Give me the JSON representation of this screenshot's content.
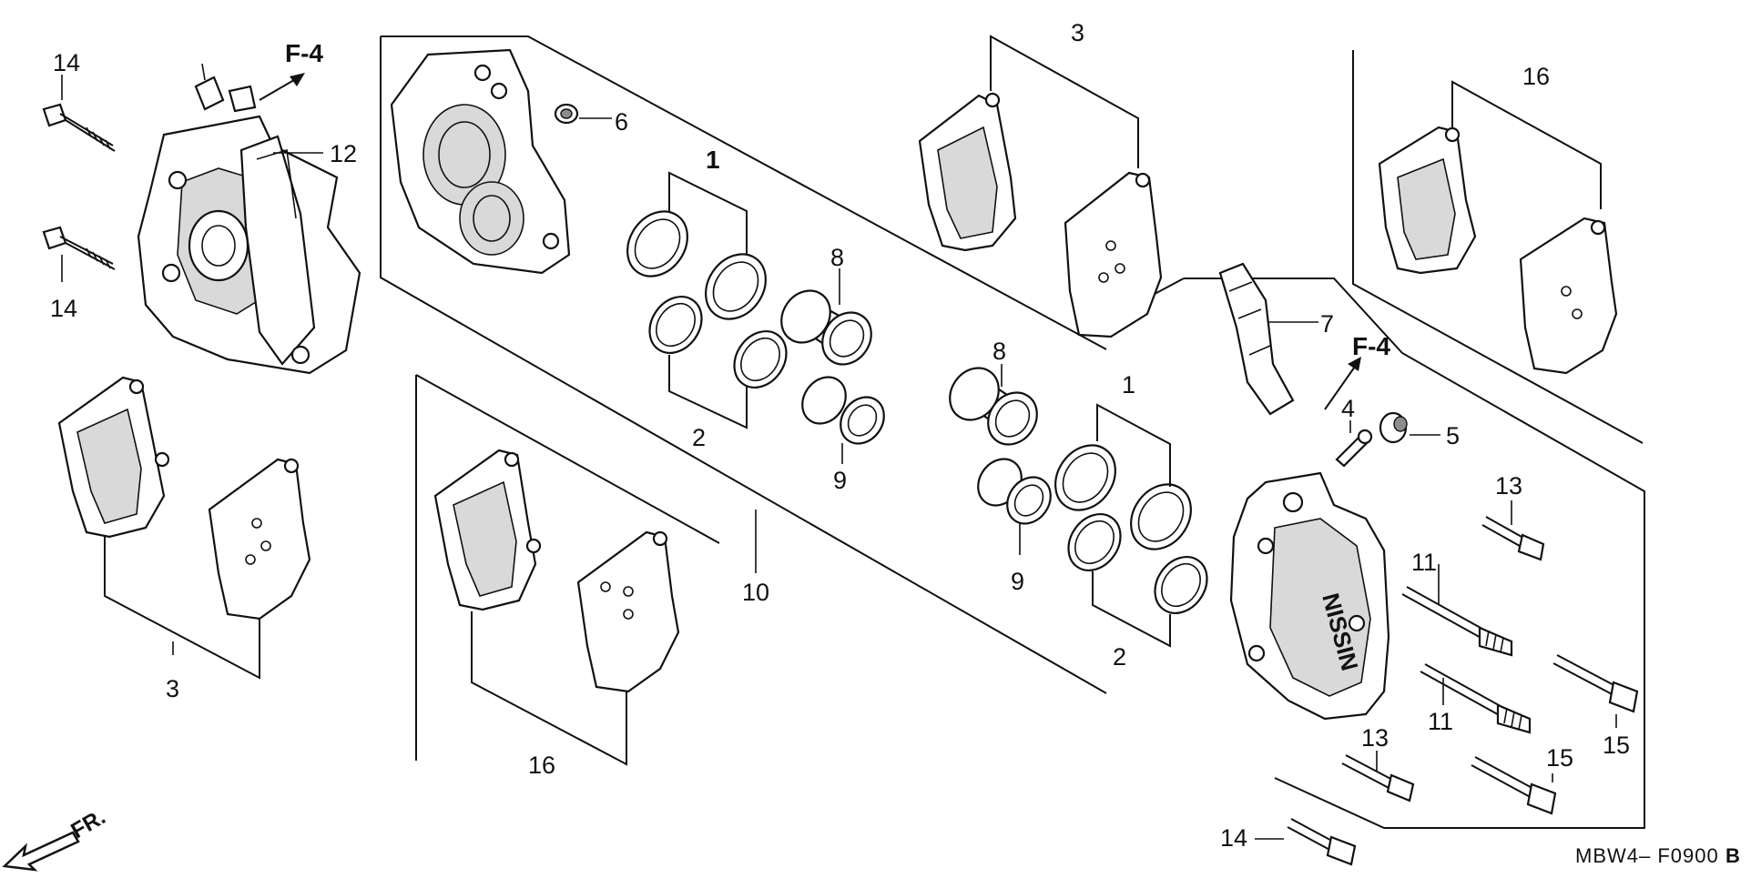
{
  "callouts": {
    "c14a": "14",
    "c14b": "14",
    "c14c": "14",
    "c12": "12",
    "f4a": "F-4",
    "f4b": "F-4",
    "c6": "6",
    "c1a": "1",
    "c1b": "1",
    "c2a": "2",
    "c2b": "2",
    "c8a": "8",
    "c8b": "8",
    "c9a": "9",
    "c9b": "9",
    "c10": "10",
    "c3a": "3",
    "c3b": "3",
    "c16a": "16",
    "c16b": "16",
    "c7": "7",
    "c4": "4",
    "c5": "5",
    "c13a": "13",
    "c13b": "13",
    "c11a": "11",
    "c11b": "11",
    "c15a": "15",
    "c15b": "15"
  },
  "front_label": "FR.",
  "diagram_code": "MBW4– F0900",
  "diagram_code_suffix": "B"
}
